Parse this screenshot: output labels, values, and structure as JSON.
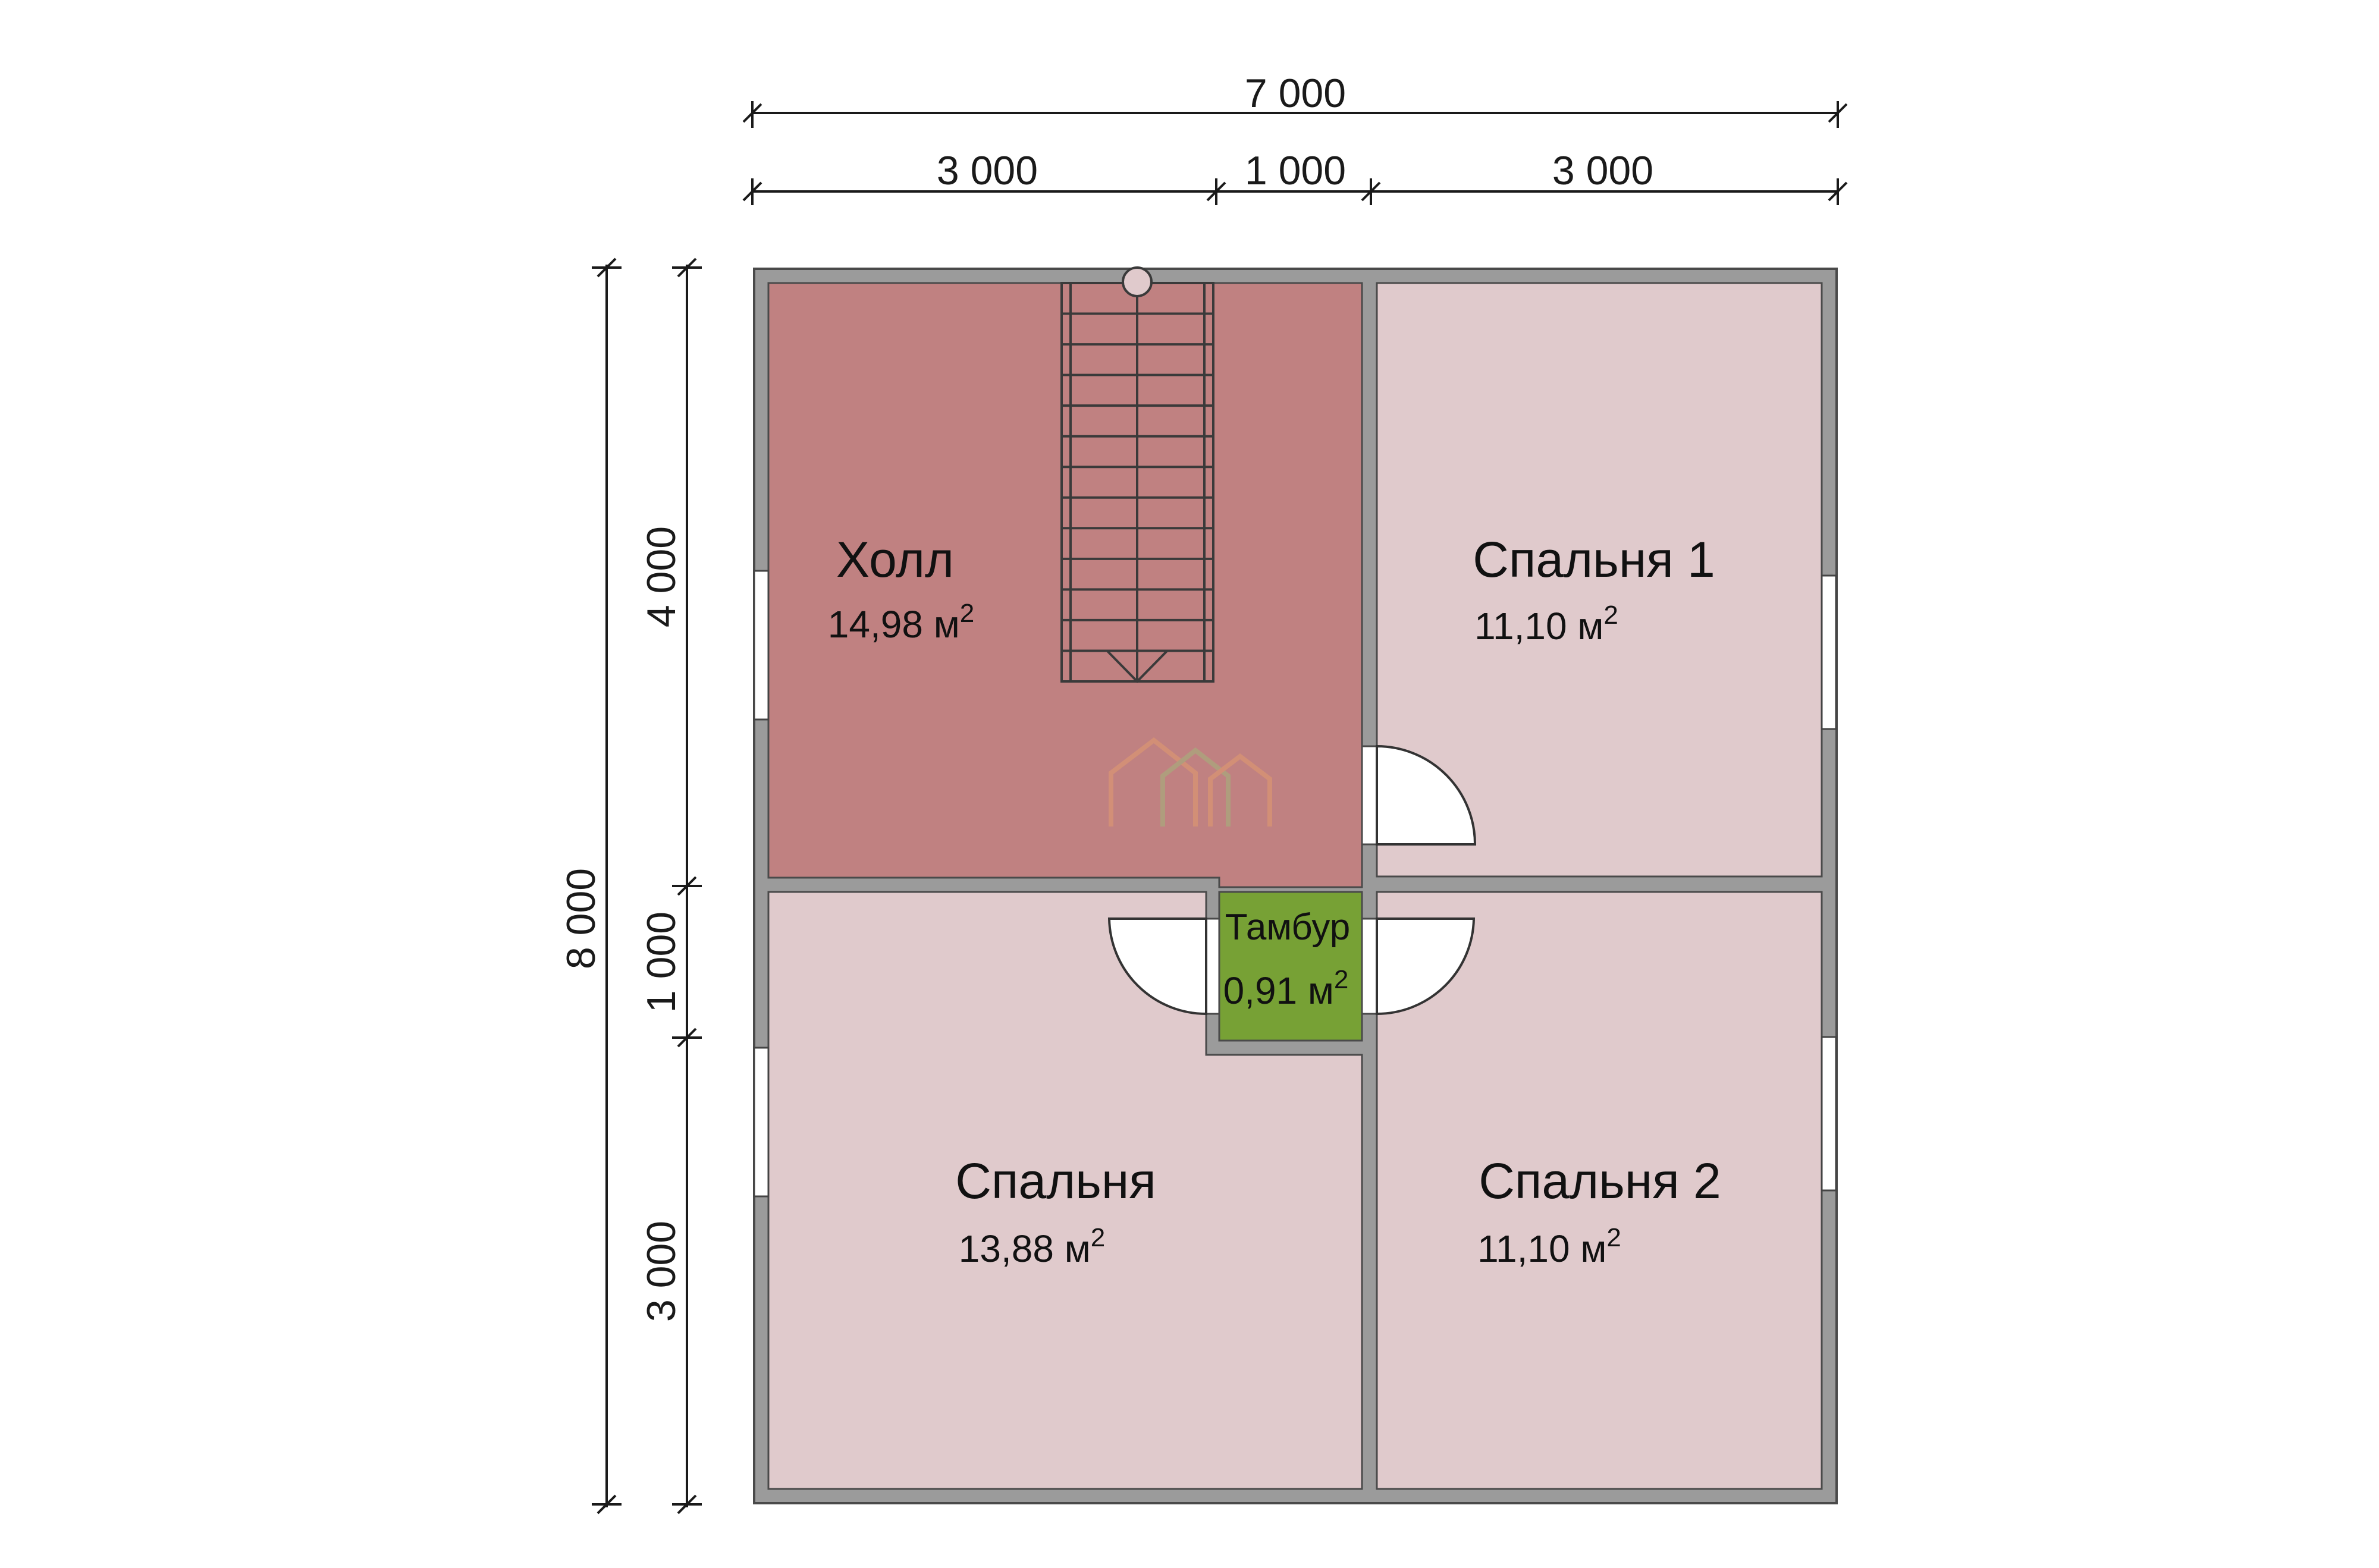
{
  "dimensions": {
    "top_total": "7 000",
    "top_segments": [
      "3 000",
      "1 000",
      "3 000"
    ],
    "left_total": "8 000",
    "left_segments": [
      "4 000",
      "1 000",
      "3 000"
    ]
  },
  "rooms": {
    "hall": {
      "name": "Холл",
      "area": "14,98 м",
      "unit_sup": "2"
    },
    "bedroom1": {
      "name": "Спальня 1",
      "area": "11,10 м",
      "unit_sup": "2"
    },
    "vestibule": {
      "name": "Тамбур",
      "area": "0,91 м",
      "unit_sup": "2"
    },
    "bedroom": {
      "name": "Спальня",
      "area": "13,88 м",
      "unit_sup": "2"
    },
    "bedroom2": {
      "name": "Спальня 2",
      "area": "11,10 м",
      "unit_sup": "2"
    }
  },
  "colors": {
    "hall": "#c08181",
    "bedroom": "#e0cacc",
    "vestibule": "#77a135",
    "wall": "#9b9b9b"
  }
}
